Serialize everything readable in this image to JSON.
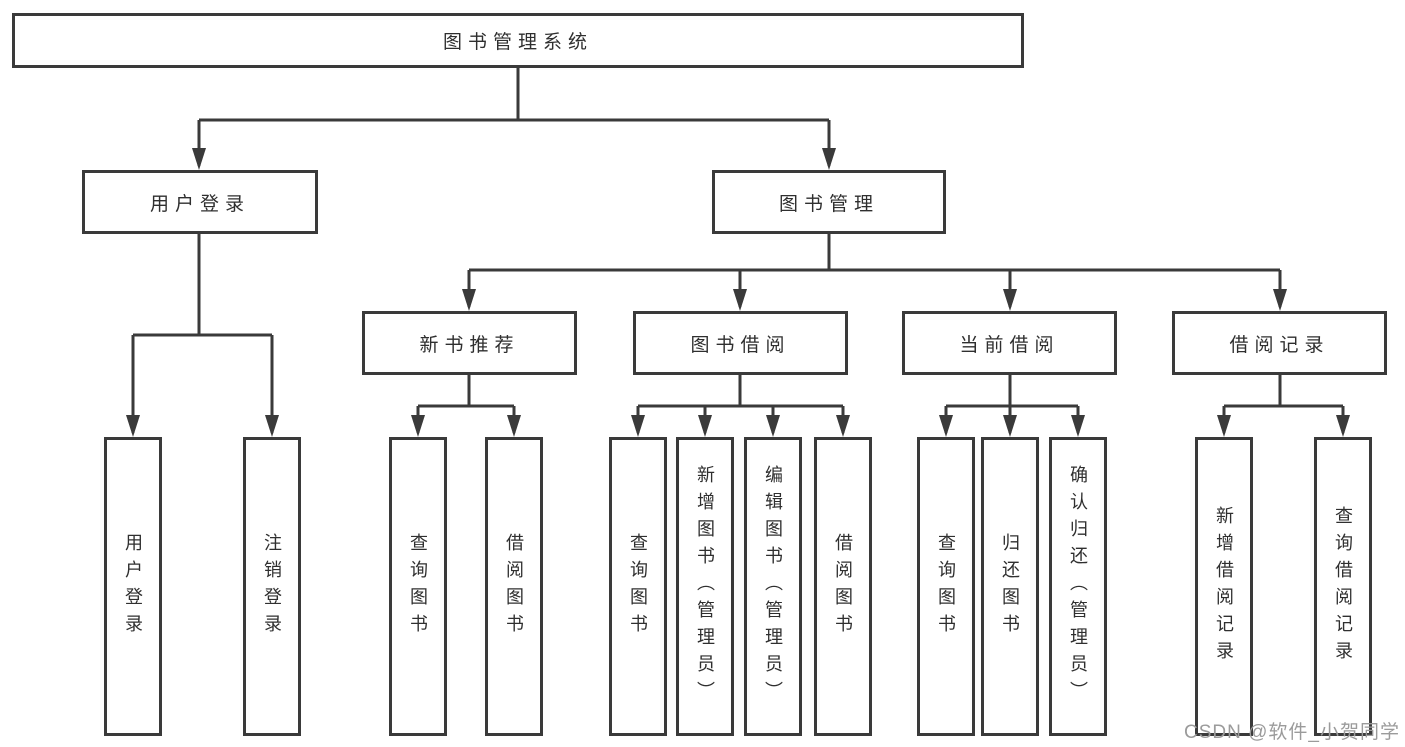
{
  "diagram_title": "图书管理系统",
  "tree": {
    "root": "图书管理系统",
    "branches": [
      {
        "label": "用户登录",
        "children": [
          "用户登录",
          "注销登录"
        ]
      },
      {
        "label": "图书管理",
        "sections": [
          {
            "label": "新书推荐",
            "children": [
              "查询图书",
              "借阅图书"
            ]
          },
          {
            "label": "图书借阅",
            "children": [
              "查询图书",
              "新增图书（管理员）",
              "编辑图书（管理员）",
              "借阅图书"
            ]
          },
          {
            "label": "当前借阅",
            "children": [
              "查询图书",
              "归还图书",
              "确认归还（管理员）"
            ]
          },
          {
            "label": "借阅记录",
            "children": [
              "新增借阅记录",
              "查询借阅记录"
            ]
          }
        ]
      }
    ]
  },
  "watermark": "CSDN @软件_小贺同学",
  "colors": {
    "line": "#3a3a3a",
    "text": "#2f2f2f",
    "watermark": "#9b9b9b",
    "background": "#ffffff"
  }
}
